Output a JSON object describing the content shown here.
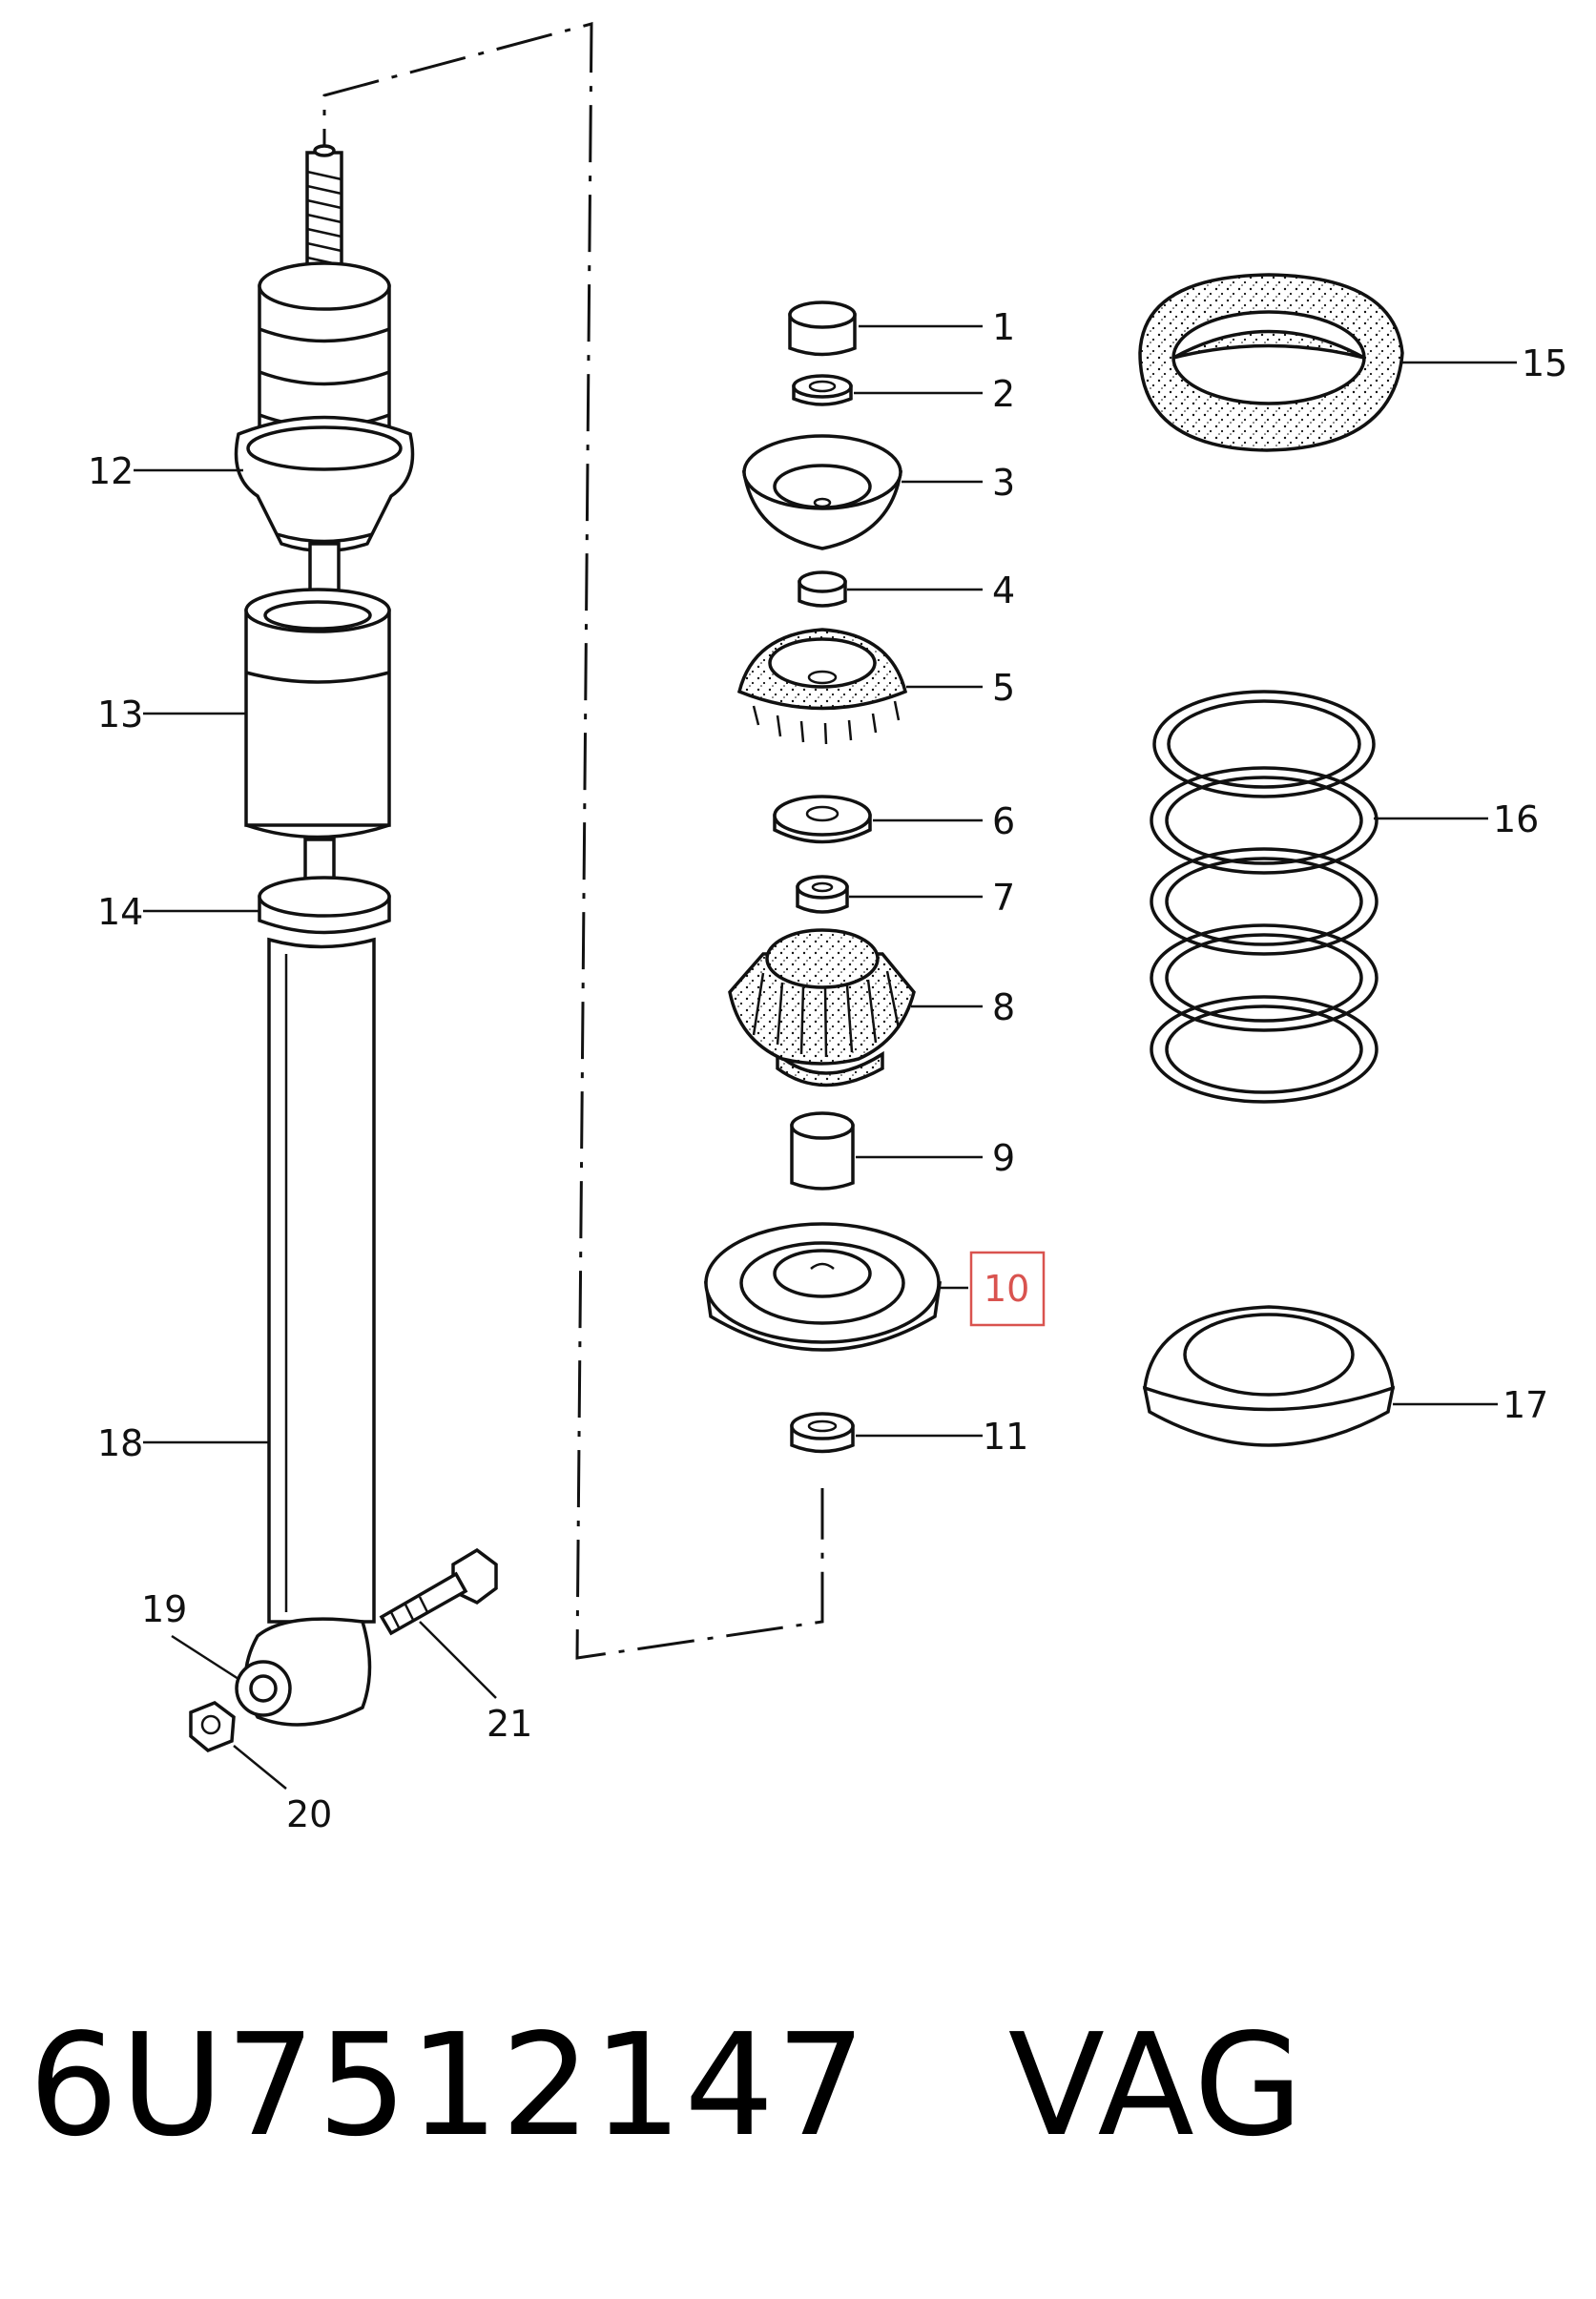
{
  "callouts": [
    {
      "id": "1",
      "label": "1"
    },
    {
      "id": "2",
      "label": "2"
    },
    {
      "id": "3",
      "label": "3"
    },
    {
      "id": "4",
      "label": "4"
    },
    {
      "id": "5",
      "label": "5"
    },
    {
      "id": "6",
      "label": "6"
    },
    {
      "id": "7",
      "label": "7"
    },
    {
      "id": "8",
      "label": "8"
    },
    {
      "id": "9",
      "label": "9"
    },
    {
      "id": "10",
      "label": "10",
      "highlighted": true
    },
    {
      "id": "11",
      "label": "11"
    },
    {
      "id": "12",
      "label": "12"
    },
    {
      "id": "13",
      "label": "13"
    },
    {
      "id": "14",
      "label": "14"
    },
    {
      "id": "15",
      "label": "15"
    },
    {
      "id": "16",
      "label": "16"
    },
    {
      "id": "17",
      "label": "17"
    },
    {
      "id": "18",
      "label": "18"
    },
    {
      "id": "19",
      "label": "19"
    },
    {
      "id": "20",
      "label": "20"
    },
    {
      "id": "21",
      "label": "21"
    }
  ],
  "caption": {
    "part_number": "6U7512147",
    "brand": "VAG"
  },
  "colors": {
    "line": "#111111",
    "highlight": "#d9534f",
    "background": "#ffffff"
  }
}
